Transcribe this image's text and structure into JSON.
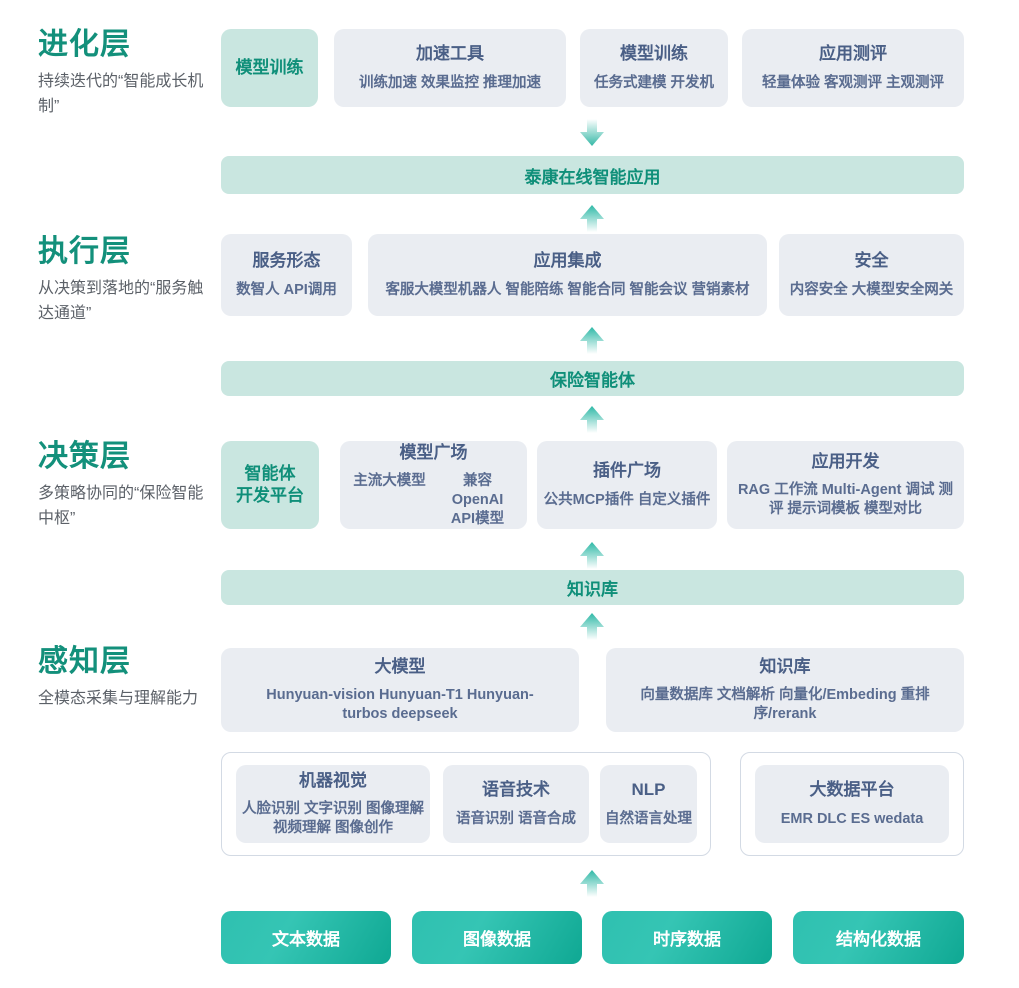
{
  "theme": {
    "accent_teal": "#13907b",
    "card_bg": "#eaedf2",
    "card_teal_bg": "#c9e6e0",
    "card_text": "#4a5f86",
    "chip_gradient_from": "#2fc0b0",
    "chip_gradient_to": "#0fa893"
  },
  "layers": [
    {
      "title": "进化层",
      "subtitle": "持续迭代的“智能成长机制”"
    },
    {
      "title": "执行层",
      "subtitle": "从决策到落地的“服务触达通道”"
    },
    {
      "title": "决策层",
      "subtitle": "多策略协同的“保险智能中枢”"
    },
    {
      "title": "感知层",
      "subtitle": "全模态采集与理解能力"
    }
  ],
  "evolution_row": [
    {
      "title": "模型训练",
      "sub": "",
      "highlight": true
    },
    {
      "title": "加速工具",
      "sub": "训练加速 效果监控 推理加速",
      "highlight": false
    },
    {
      "title": "模型训练",
      "sub": "任务式建模 开发机",
      "highlight": false
    },
    {
      "title": "应用测评",
      "sub": "轻量体验 客观测评 主观测评",
      "highlight": false
    }
  ],
  "banner_app": "泰康在线智能应用",
  "execution_row": [
    {
      "title": "服务形态",
      "sub": "数智人  API调用"
    },
    {
      "title": "应用集成",
      "sub": "客服大模型机器人 智能陪练 智能合同 智能会议 营销素材"
    },
    {
      "title": "安全",
      "sub": "内容安全 大模型安全网关"
    }
  ],
  "banner_agent": "保险智能体",
  "decision_row": [
    {
      "title_line1": "智能体",
      "title_line2": "开发平台",
      "sub": "",
      "highlight": true
    },
    {
      "title": "模型广场",
      "sub_left": "主流大模型",
      "sub_right": "兼容OpenAI API模型",
      "highlight": false
    },
    {
      "title": "插件广场",
      "sub": "公共MCP插件 自定义插件",
      "highlight": false
    },
    {
      "title": "应用开发",
      "sub": "RAG 工作流 Multi-Agent 调试 测评 提示词模板 模型对比",
      "highlight": false
    }
  ],
  "banner_kb": "知识库",
  "perception_row1": [
    {
      "title": "大模型",
      "sub": "Hunyuan-vision Hunyuan-T1 Hunyuan-turbos deepseek"
    },
    {
      "title": "知识库",
      "sub": "向量数据库 文档解析 向量化/Embeding 重排序/rerank"
    }
  ],
  "perception_row2": [
    {
      "title": "机器视觉",
      "sub": "人脸识别 文字识别 图像理解 视频理解 图像创作"
    },
    {
      "title": "语音技术",
      "sub": "语音识别 语音合成"
    },
    {
      "title": "NLP",
      "sub": "自然语言处理"
    },
    {
      "title": "大数据平台",
      "sub": "EMR DLC ES wedata"
    }
  ],
  "data_chips": [
    "文本数据",
    "图像数据",
    "时序数据",
    "结构化数据"
  ],
  "arrows": [
    {
      "name": "arrow-evolution-to-app",
      "direction": "down"
    },
    {
      "name": "arrow-execution-to-app",
      "direction": "up"
    },
    {
      "name": "arrow-execution-to-agent",
      "direction": "up"
    },
    {
      "name": "arrow-decision-to-agent",
      "direction": "up"
    },
    {
      "name": "arrow-kb-to-decision",
      "direction": "up"
    },
    {
      "name": "arrow-perception-to-kb",
      "direction": "up"
    },
    {
      "name": "arrow-data-to-perception",
      "direction": "up"
    }
  ]
}
